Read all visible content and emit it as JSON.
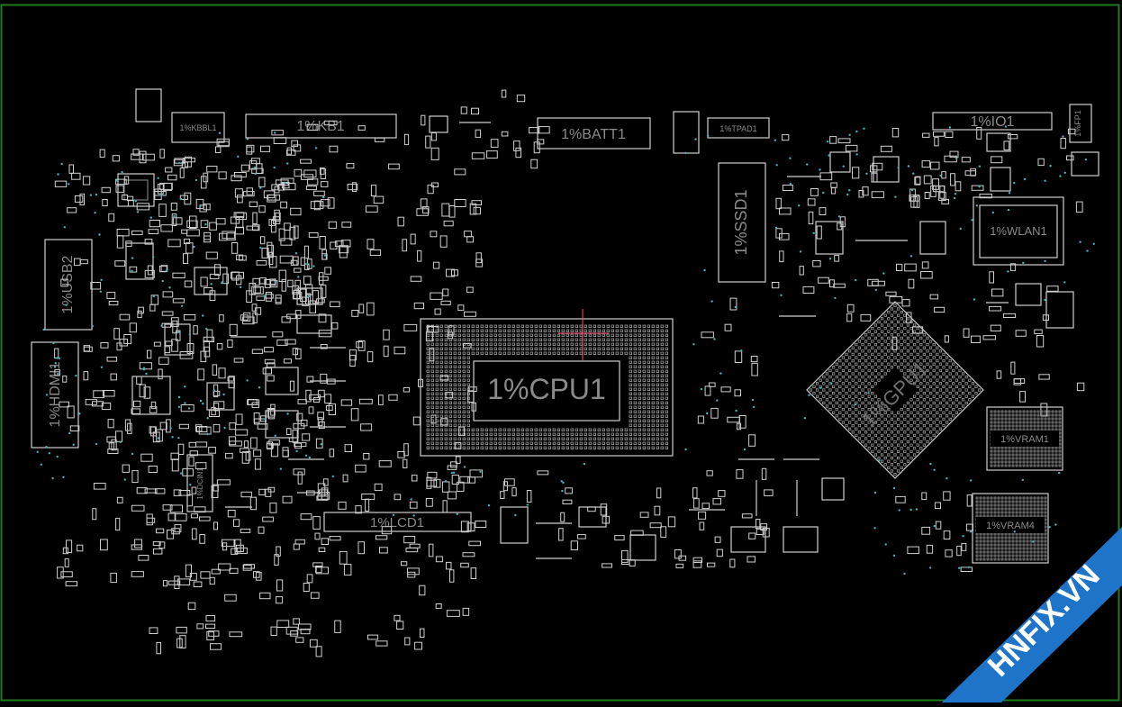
{
  "viewer": {
    "background": "#000000",
    "frame_color": "#1f7a1f",
    "outline_color": "#cfcfcf",
    "cursor_color": "#ff4a6e",
    "via_color": "#3fb7b7"
  },
  "components": {
    "kb": "1%KB1",
    "kbbl": "1%KBBL1",
    "batt": "1%BATT1",
    "tpad": "1%TPAD1",
    "io": "1%IO1",
    "fp": "1%FP1",
    "usb": "1%USB2",
    "hdmi": "1%HDMI1",
    "ssd": "1%SSD1",
    "wlan": "1%WLAN1",
    "cpu": "1%CPU1",
    "gpu": "1%GPU1",
    "vram1": "1%VRAM1",
    "vram4": "1%VRAM4",
    "lcd": "1%LCD1",
    "dcin": "1%DCIN1"
  },
  "watermark": {
    "text": "HNFIX.VN",
    "accent": "#1e74c9"
  }
}
